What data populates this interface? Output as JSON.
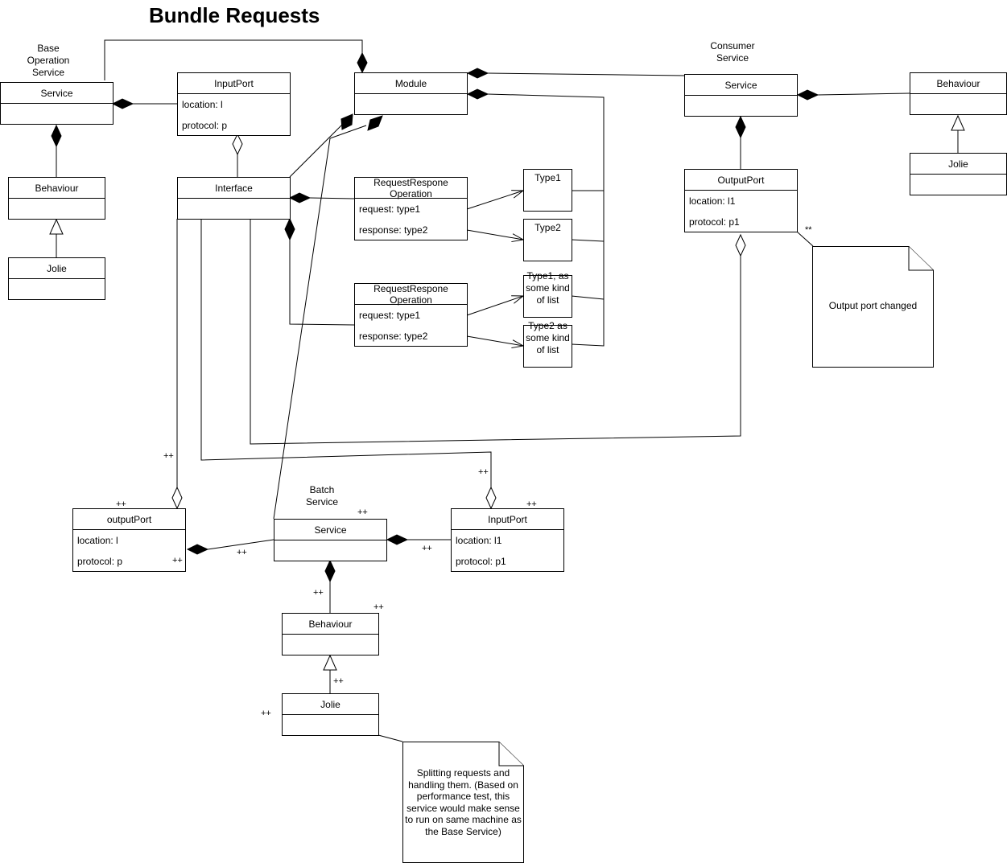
{
  "title": "Bundle Requests",
  "labels": {
    "base_service": "Base\nOperation\nService",
    "consumer_service": "Consumer\nService",
    "batch_service": "Batch\nService"
  },
  "base": {
    "service": "Service",
    "behaviour": "Behaviour",
    "jolie": "Jolie",
    "inputport": {
      "name": "InputPort",
      "location": "location: l",
      "protocol": "protocol: p"
    },
    "interface": "Interface",
    "module": "Module"
  },
  "operations": [
    {
      "name": "RequestRespone\nOperation",
      "request": "request: type1",
      "response": "response: type2"
    },
    {
      "name": "RequestRespone\nOperation",
      "request": "request: type1",
      "response": "response: type2"
    }
  ],
  "types": [
    "Type1",
    "Type2",
    "Type1, as some kind of list",
    "Type2 as some kind of list"
  ],
  "consumer": {
    "service": "Service",
    "behaviour": "Behaviour",
    "jolie": "Jolie",
    "outputport": {
      "name": "OutputPort",
      "location": "location: l1",
      "protocol": "protocol: p1"
    }
  },
  "batch": {
    "service": "Service",
    "behaviour": "Behaviour",
    "jolie": "Jolie",
    "outputport": {
      "name": "outputPort",
      "location": "location: l",
      "protocol": "protocol: p"
    },
    "inputport": {
      "name": "InputPort",
      "location": "location: l1",
      "protocol": "protocol: p1"
    }
  },
  "notes": {
    "output_port": "Output port changed",
    "batch": "Splitting requests and handling them. (Based on performance test, this service would make sense to run on same machine as the Base Service)"
  },
  "multiplicity": {
    "plus": "++",
    "star": "**"
  }
}
